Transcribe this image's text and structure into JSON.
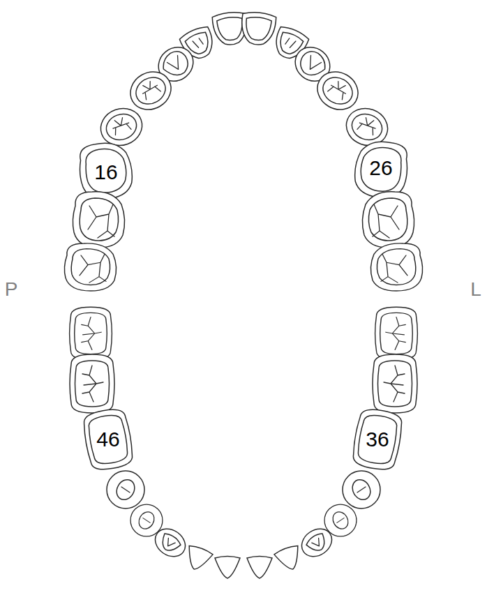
{
  "diagram": {
    "labels": [
      "16",
      "26",
      "P",
      "L",
      "46",
      "36"
    ]
  }
}
